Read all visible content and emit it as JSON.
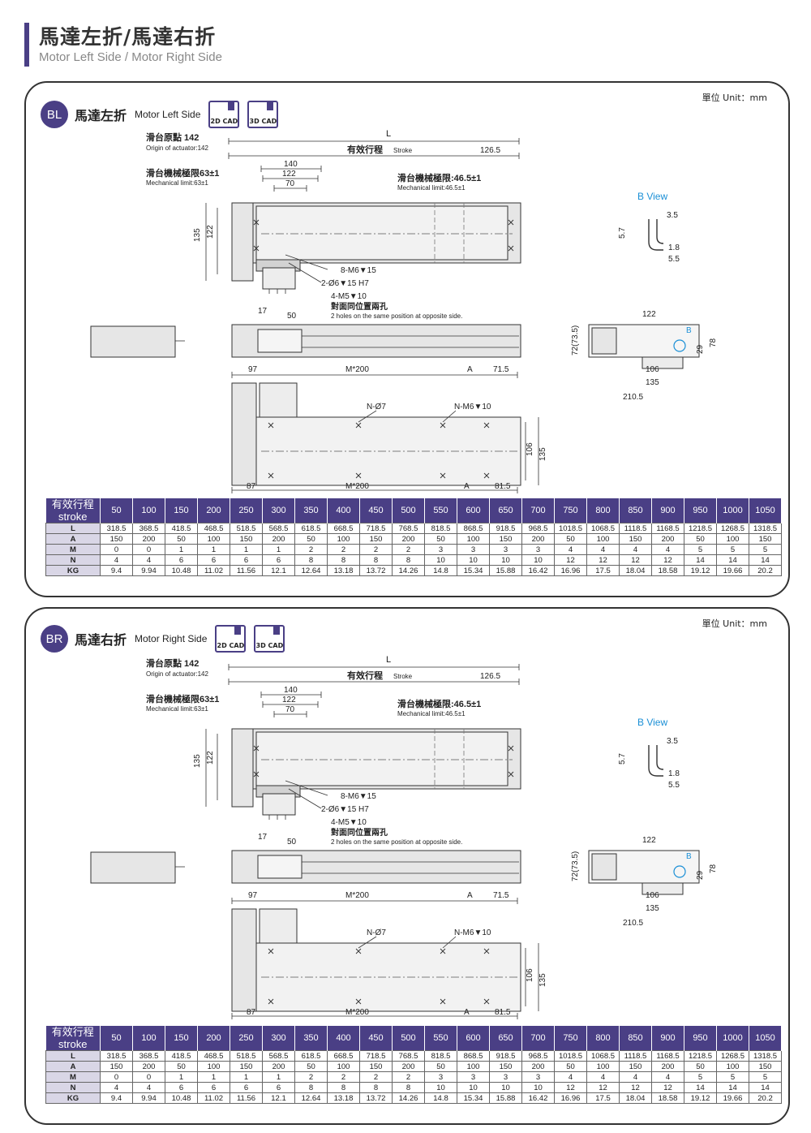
{
  "header": {
    "title": "馬達左折/馬達右折",
    "subtitle": "Motor Left Side / Motor Right Side"
  },
  "sections": [
    {
      "badge": "BL",
      "title_zh": "馬達左折",
      "title_en": "Motor Left Side",
      "unit": "單位 Unit：mm",
      "cad2d": "2D CAD",
      "cad3d": "3D CAD",
      "labels": {
        "L": "L",
        "origin_zh": "滑台原點 142",
        "origin_en": "Origin of actuator:142",
        "stroke_zh": "有效行程",
        "stroke_en": "Stroke",
        "d1265": "126.5",
        "mech_l_zh": "滑台機械極限63±1",
        "mech_l_en": "Mechanical limit:63±1",
        "mech_r_zh": "滑台機械極限:46.5±1",
        "mech_r_en": "Mechanical limit:46.5±1",
        "d140": "140",
        "d122": "122",
        "d70": "70",
        "d135": "135",
        "d122v": "122",
        "m6": "8-M6▼15",
        "pin": "2-Ø6▼15 H7",
        "m5": "4-M5▼10",
        "opp_zh": "對面同位置兩孔",
        "opp_en": "2 holes on the same position at opposite side.",
        "d17": "17",
        "d50": "50",
        "bview": "B View",
        "b35": "3.5",
        "b57": "5.7",
        "b18": "1.8",
        "b55": "5.5",
        "e122": "122",
        "e72": "72(73.5)",
        "e78": "78",
        "e29": "29",
        "e106": "106",
        "e135": "135",
        "e2105": "210.5",
        "eB": "B",
        "d97": "97",
        "mstar200": "M*200",
        "A": "A",
        "d715": "71.5",
        "n7": "N-Ø7",
        "nm6": "N-M6▼10",
        "d106": "106",
        "d135b": "135",
        "d87": "87",
        "mstar200b": "M*200",
        "A2": "A",
        "d815": "81.5"
      }
    },
    {
      "badge": "BR",
      "title_zh": "馬達右折",
      "title_en": "Motor Right Side",
      "unit": "單位 Unit：mm",
      "cad2d": "2D CAD",
      "cad3d": "3D CAD",
      "labels": {
        "L": "L",
        "origin_zh": "滑台原點 142",
        "origin_en": "Origin of actuator:142",
        "stroke_zh": "有效行程",
        "stroke_en": "Stroke",
        "d1265": "126.5",
        "mech_l_zh": "滑台機械極限63±1",
        "mech_l_en": "Mechanical limit:63±1",
        "mech_r_zh": "滑台機械極限:46.5±1",
        "mech_r_en": "Mechanical limit:46.5±1",
        "d140": "140",
        "d122": "122",
        "d70": "70",
        "d135": "135",
        "d122v": "122",
        "m6": "8-M6▼15",
        "pin": "2-Ø6▼15 H7",
        "m5": "4-M5▼10",
        "opp_zh": "對面同位置兩孔",
        "opp_en": "2 holes on the same position at opposite side.",
        "d17": "17",
        "d50": "50",
        "bview": "B View",
        "b35": "3.5",
        "b57": "5.7",
        "b18": "1.8",
        "b55": "5.5",
        "e122": "122",
        "e72": "72(73.5)",
        "e78": "78",
        "e29": "29",
        "e106": "106",
        "e135": "135",
        "e2105": "210.5",
        "eB": "B",
        "d97": "97",
        "mstar200": "M*200",
        "A": "A",
        "d715": "71.5",
        "n7": "N-Ø7",
        "nm6": "N-M6▼10",
        "d106": "106",
        "d135b": "135",
        "d87": "87",
        "mstar200b": "M*200",
        "A2": "A",
        "d815": "81.5"
      }
    }
  ],
  "table": {
    "header_label": "有效行程 stroke",
    "strokes": [
      "50",
      "100",
      "150",
      "200",
      "250",
      "300",
      "350",
      "400",
      "450",
      "500",
      "550",
      "600",
      "650",
      "700",
      "750",
      "800",
      "850",
      "900",
      "950",
      "1000",
      "1050"
    ],
    "rows": [
      {
        "label": "L",
        "values": [
          "318.5",
          "368.5",
          "418.5",
          "468.5",
          "518.5",
          "568.5",
          "618.5",
          "668.5",
          "718.5",
          "768.5",
          "818.5",
          "868.5",
          "918.5",
          "968.5",
          "1018.5",
          "1068.5",
          "1118.5",
          "1168.5",
          "1218.5",
          "1268.5",
          "1318.5"
        ]
      },
      {
        "label": "A",
        "values": [
          "150",
          "200",
          "50",
          "100",
          "150",
          "200",
          "50",
          "100",
          "150",
          "200",
          "50",
          "100",
          "150",
          "200",
          "50",
          "100",
          "150",
          "200",
          "50",
          "100",
          "150"
        ]
      },
      {
        "label": "M",
        "values": [
          "0",
          "0",
          "1",
          "1",
          "1",
          "1",
          "2",
          "2",
          "2",
          "2",
          "3",
          "3",
          "3",
          "3",
          "4",
          "4",
          "4",
          "4",
          "5",
          "5",
          "5"
        ]
      },
      {
        "label": "N",
        "values": [
          "4",
          "4",
          "6",
          "6",
          "6",
          "6",
          "8",
          "8",
          "8",
          "8",
          "10",
          "10",
          "10",
          "10",
          "12",
          "12",
          "12",
          "12",
          "14",
          "14",
          "14"
        ]
      },
      {
        "label": "KG",
        "values": [
          "9.4",
          "9.94",
          "10.48",
          "11.02",
          "11.56",
          "12.1",
          "12.64",
          "13.18",
          "13.72",
          "14.26",
          "14.8",
          "15.34",
          "15.88",
          "16.42",
          "16.96",
          "17.5",
          "18.04",
          "18.58",
          "19.12",
          "19.66",
          "20.2"
        ]
      }
    ]
  },
  "colors": {
    "accent": "#4a3f85",
    "table_label_bg": "#d9d6e6",
    "bview": "#1a8fd6",
    "body_fill": "#e6e6e6"
  }
}
